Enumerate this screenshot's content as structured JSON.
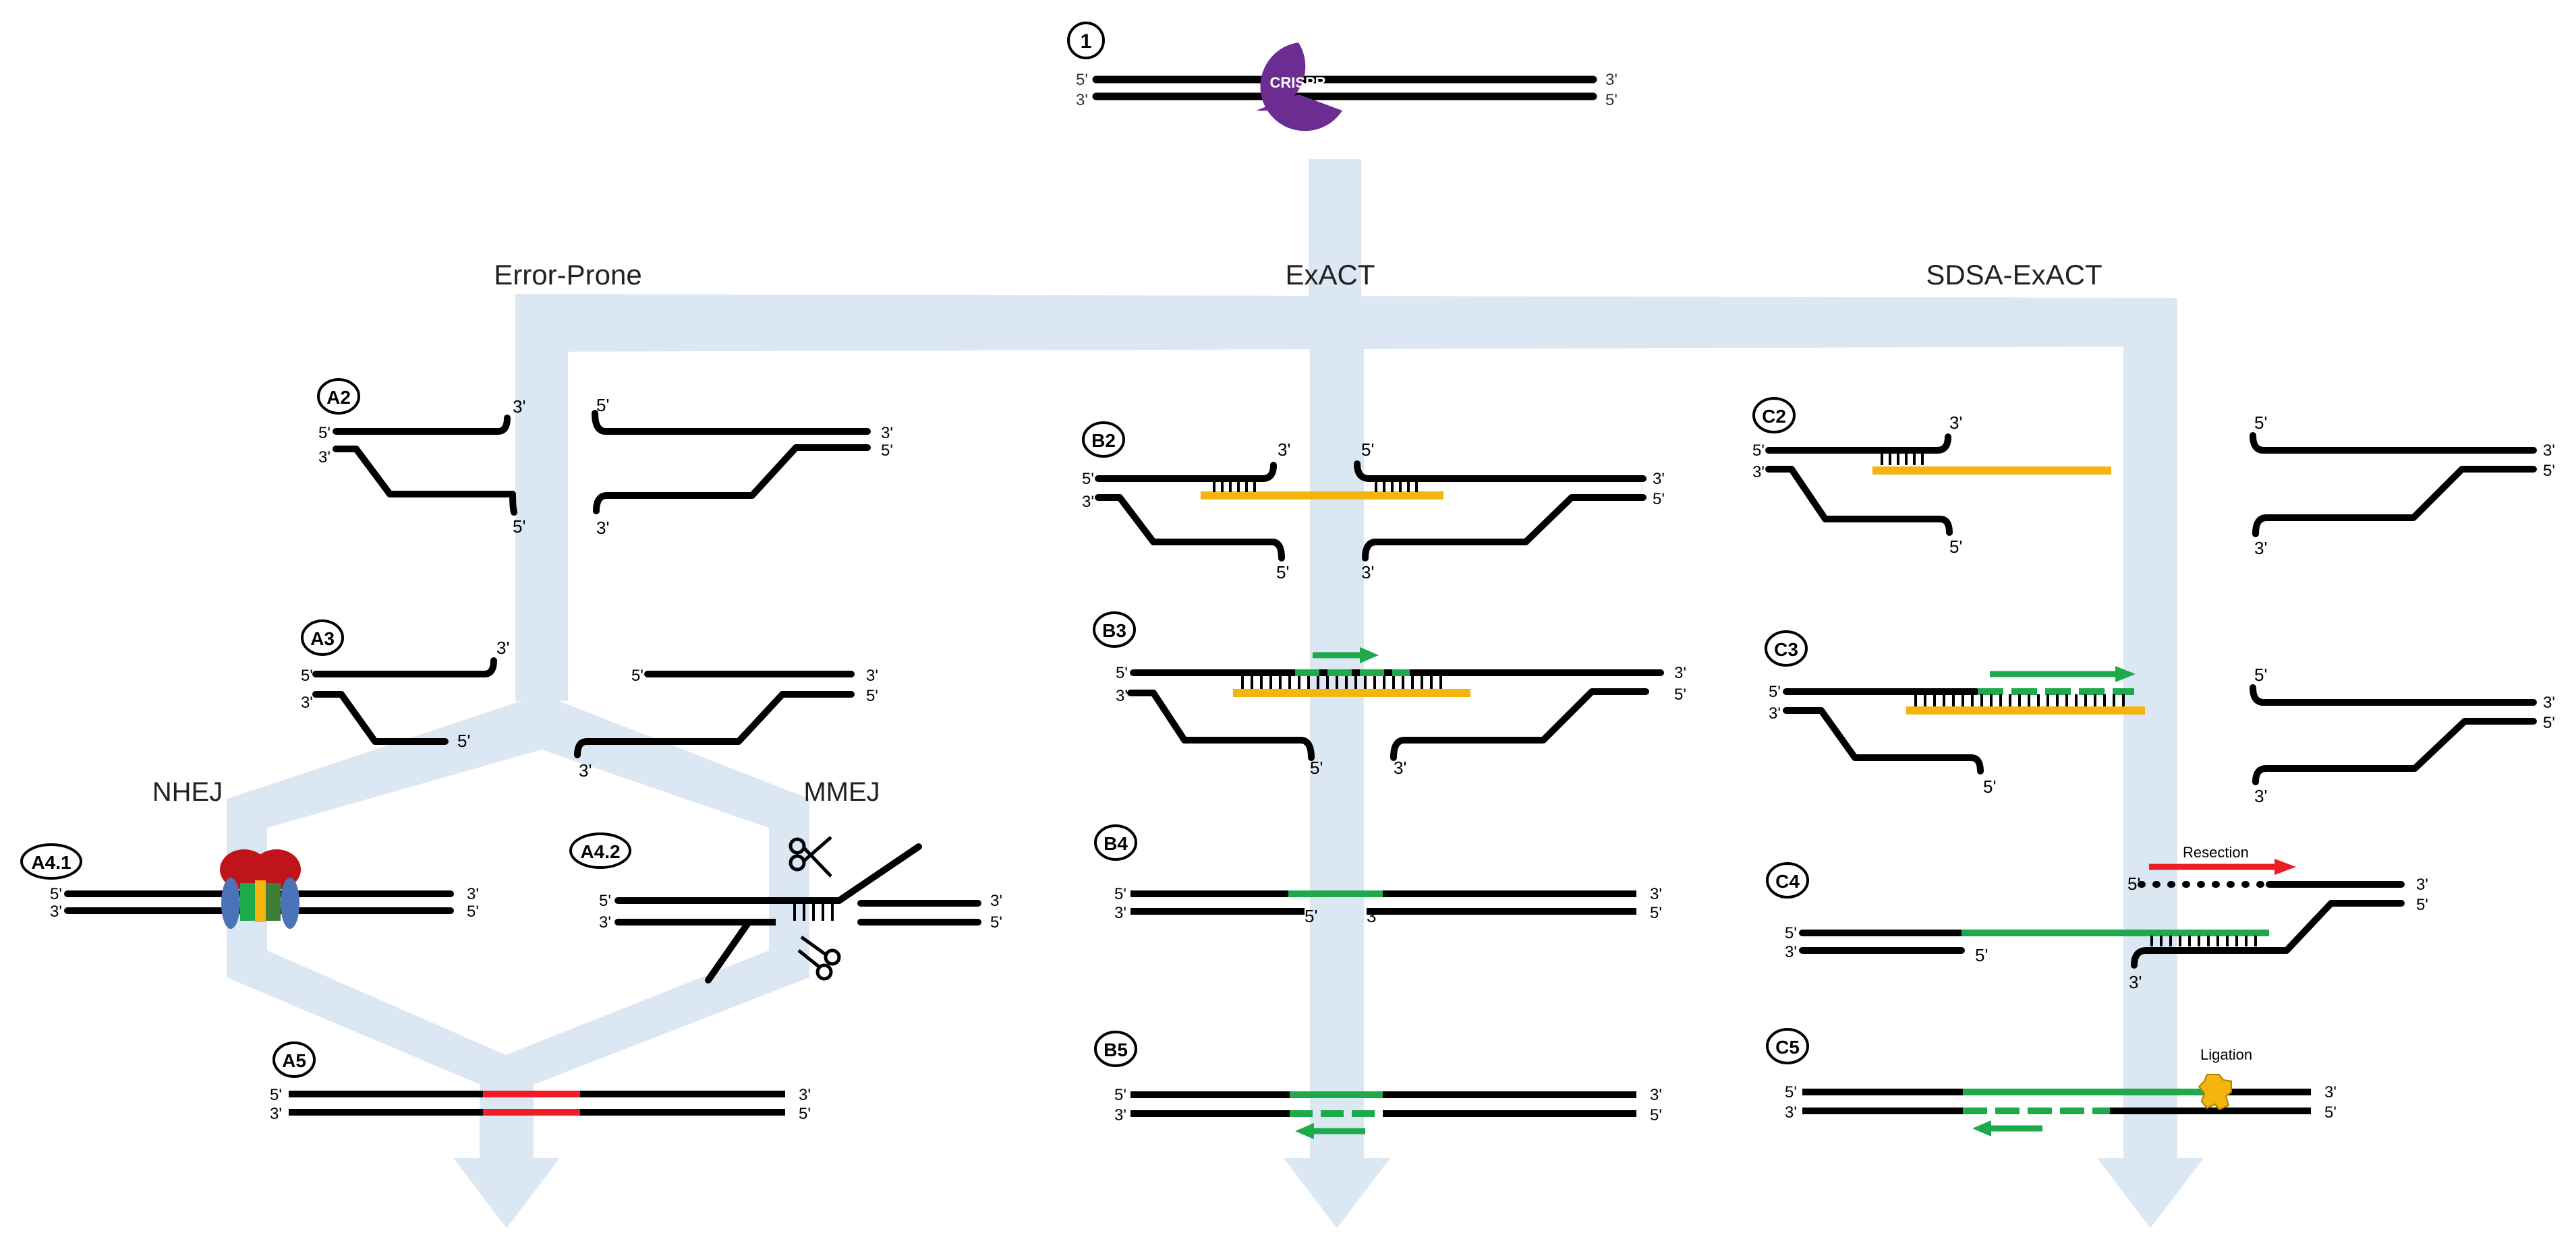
{
  "colors": {
    "background": "#ffffff",
    "flow_arrows": "#dce7f4",
    "dna_strand": "#000000",
    "guide_template": "#f5b50f",
    "new_synthesis": "#1eaa4b",
    "error_insertion": "#ee1c24",
    "resection_arrow": "#ee1c24",
    "crispr": "#6c2d93",
    "ku_red": "#c0141b",
    "ku_blue": "#4b73b8",
    "ligase": "#f5b50f"
  },
  "icons": {
    "crispr": "crispr-nuclease-icon",
    "nhej_complex": "ku-ligase-complex-icon",
    "scissors": "scissors-icon",
    "ligation": "ligase-icon"
  },
  "pathways": {
    "left": "Error-Prone",
    "middle": "ExACT",
    "right": "SDSA-ExACT"
  },
  "subpathways": {
    "nhej": "NHEJ",
    "mmej": "MMEJ"
  },
  "steps": {
    "s1": "1",
    "a2": "A2",
    "a3": "A3",
    "a41": "A4.1",
    "a42": "A4.2",
    "a5": "A5",
    "b2": "B2",
    "b3": "B3",
    "b4": "B4",
    "b5": "B5",
    "c2": "C2",
    "c3": "C3",
    "c4": "C4",
    "c5": "C5"
  },
  "labels": {
    "crispr": "CRISPR",
    "resection": "Resection",
    "ligation": "Ligation",
    "five": "5'",
    "three": "3'"
  }
}
